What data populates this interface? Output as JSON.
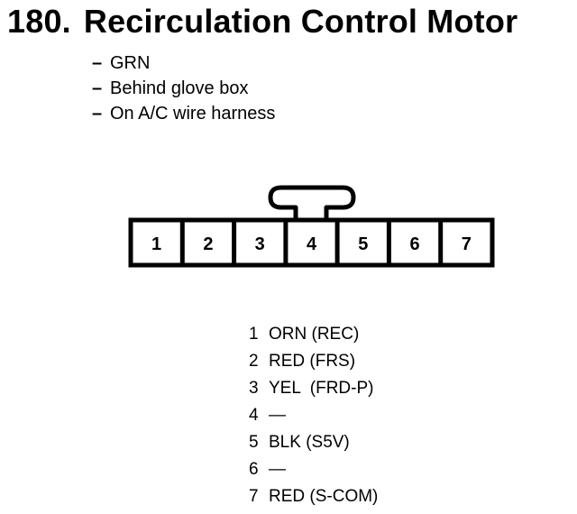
{
  "title": {
    "number": "180.",
    "text": "Recirculation Control Motor"
  },
  "notes": [
    {
      "dash": "–",
      "text": "GRN"
    },
    {
      "dash": "–",
      "text": "Behind glove box"
    },
    {
      "dash": "–",
      "text": "On A/C wire harness"
    }
  ],
  "connector": {
    "cavities": [
      "1",
      "2",
      "3",
      "4",
      "5",
      "6",
      "7"
    ]
  },
  "pinout": [
    {
      "pin": "1",
      "desc": "ORN (REC)"
    },
    {
      "pin": "2",
      "desc": "RED (FRS)"
    },
    {
      "pin": "3",
      "desc": "YEL  (FRD-P)"
    },
    {
      "pin": "4",
      "desc": "—"
    },
    {
      "pin": "5",
      "desc": "BLK (S5V)"
    },
    {
      "pin": "6",
      "desc": "—"
    },
    {
      "pin": "7",
      "desc": "RED (S-COM)"
    }
  ]
}
